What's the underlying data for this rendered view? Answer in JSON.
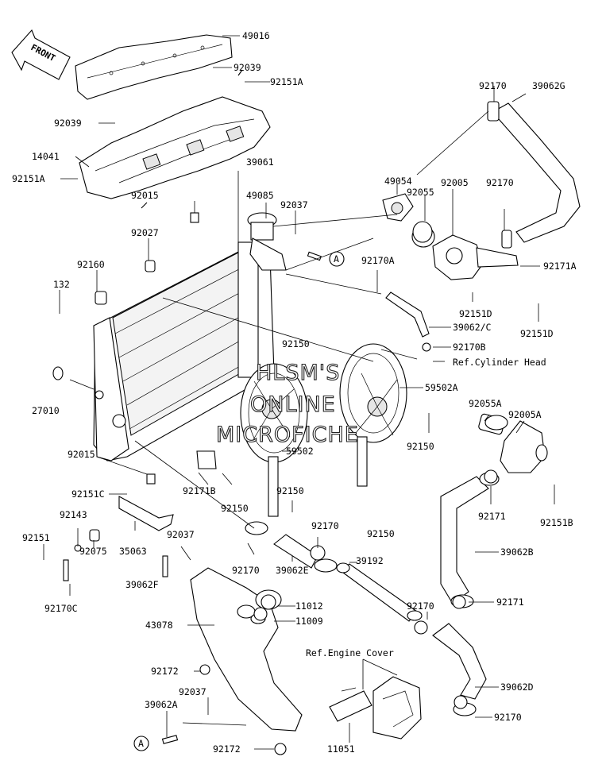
{
  "front_label": "FRONT",
  "watermark": {
    "line1": "HLSM'S",
    "line2": "ONLINE",
    "line3": "MICROFICHE"
  },
  "ref_labels": {
    "cylinder_head": "Ref.Cylinder Head",
    "engine_cover": "Ref.Engine Cover"
  },
  "circle_marker": "A",
  "part_numbers": [
    "49016",
    "92039",
    "92151A",
    "92039",
    "14041",
    "92151A",
    "39061",
    "49085",
    "92037",
    "92015",
    "92027",
    "92160",
    "132",
    "27010",
    "92150",
    "92015",
    "92151C",
    "92143",
    "92151",
    "35063",
    "92075",
    "92170C",
    "92037",
    "39062F",
    "92171B",
    "92150",
    "59502",
    "92150",
    "92170",
    "39062E",
    "92170",
    "39192",
    "11012",
    "11009",
    "43078",
    "92172",
    "92037",
    "39062A",
    "92172",
    "11051",
    "92170",
    "39062G",
    "49054",
    "92055",
    "92005",
    "92170",
    "92171A",
    "92170A",
    "92151D",
    "92151D",
    "39062/C",
    "92170B",
    "59502A",
    "92150",
    "92055A",
    "92005A",
    "92171",
    "92151B",
    "39062B",
    "92171",
    "92150",
    "92170",
    "39062D",
    "92170"
  ],
  "colors": {
    "ink": "#000000",
    "paper": "#ffffff",
    "shade": "#e6e6e6"
  }
}
